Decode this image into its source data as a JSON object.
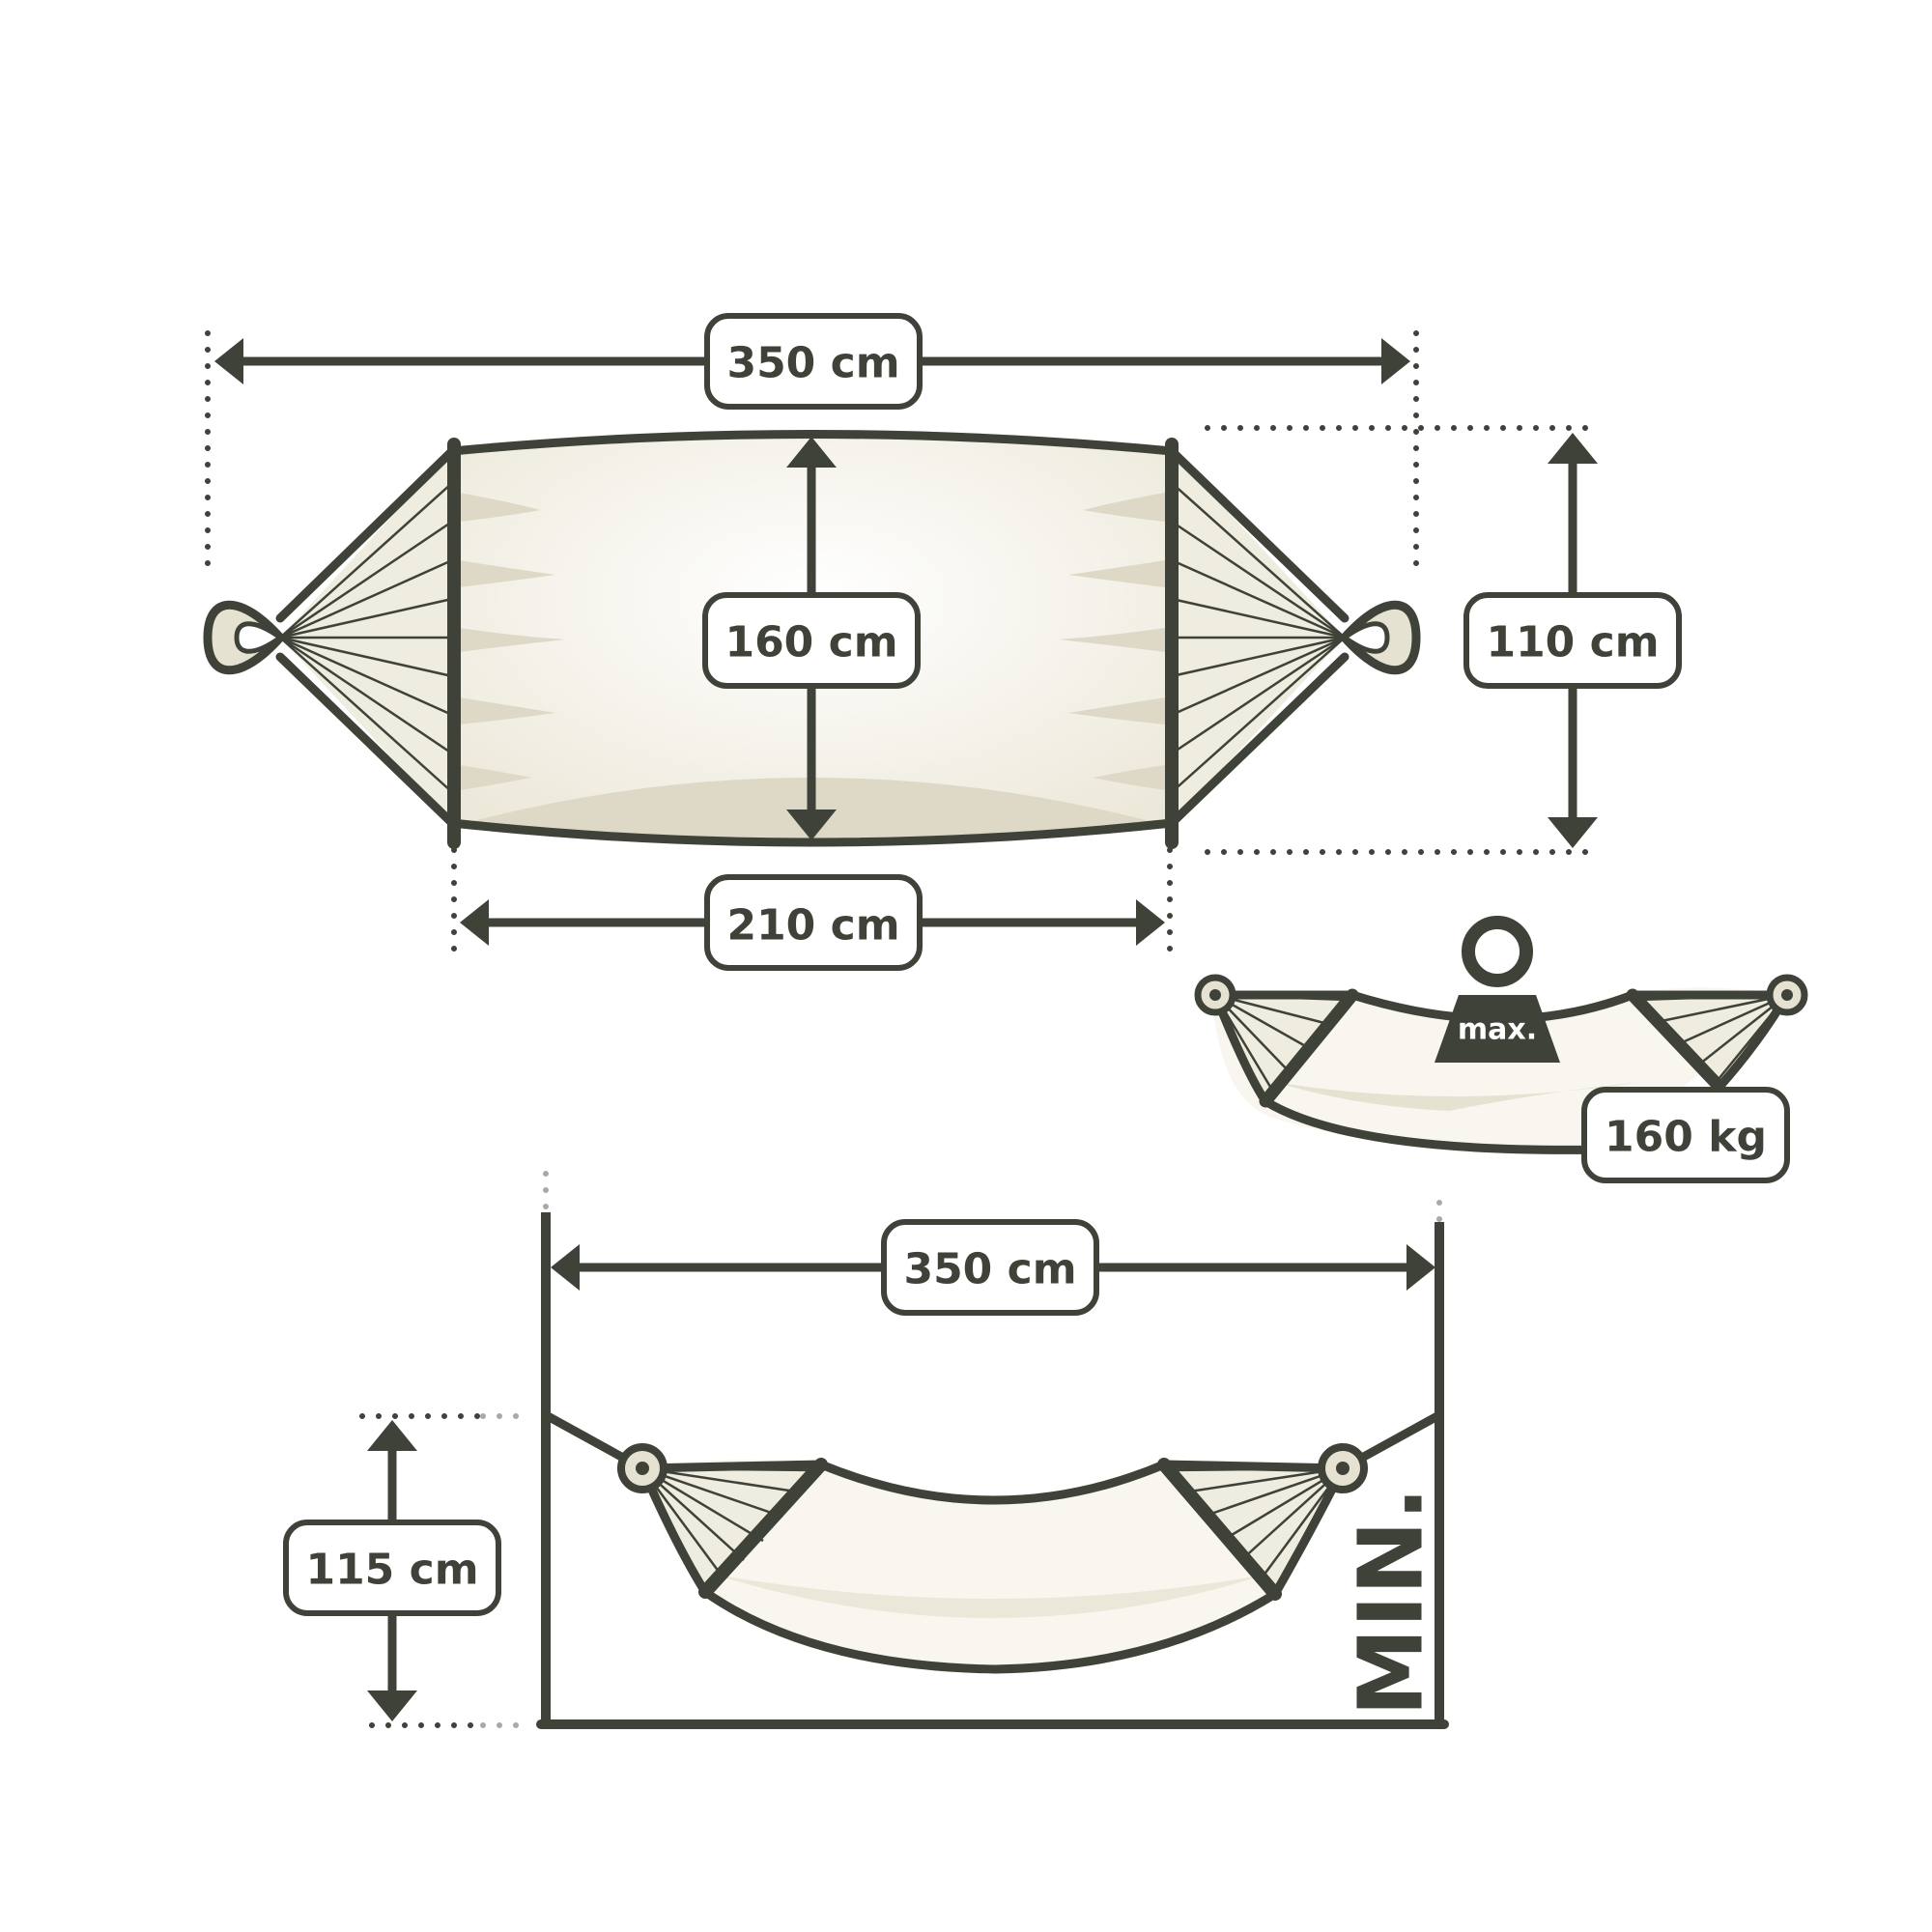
{
  "diagram": {
    "top_view": {
      "total_length": "350 cm",
      "width": "160 cm",
      "spreader_width": "110 cm",
      "bed_length": "210 cm"
    },
    "max_load": {
      "weight_label": "max.",
      "value": "160 kg"
    },
    "hanging": {
      "distance": "350 cm",
      "height": "115 cm",
      "min_label": "MIN."
    }
  },
  "colors": {
    "line": "#3f4238",
    "fabric": "#f8f6ef",
    "shade": "#ddd9c6"
  }
}
